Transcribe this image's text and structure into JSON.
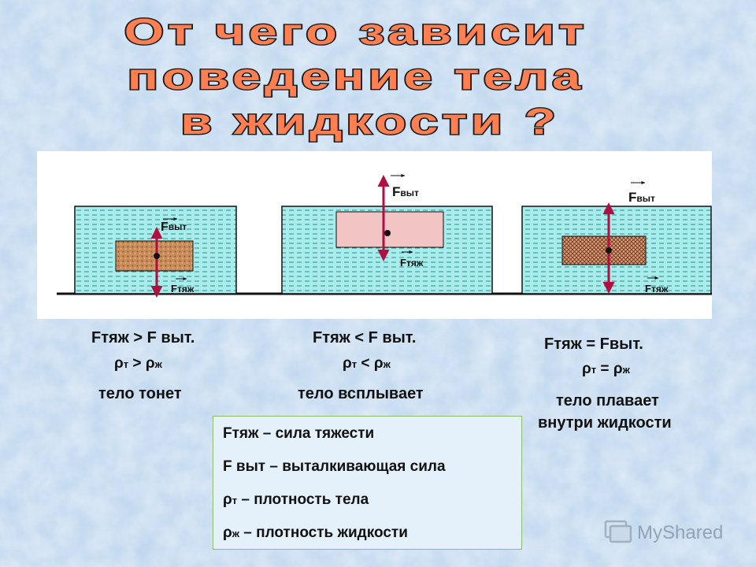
{
  "title": {
    "line1": "От чего зависит",
    "line2": "поведение тела",
    "line3": "в жидкости ?"
  },
  "force_labels": {
    "f_vyt": "F",
    "f_vyt_sub": "выт",
    "f_tyazh": "F",
    "f_tyazh_sub": "тяж"
  },
  "cases": [
    {
      "force_relation": "Fтяж > F выт.",
      "rho_t": "ρ",
      "rho_t_sub": "т",
      "rho_op": ">",
      "rho_zh": "ρ",
      "rho_zh_sub": "ж",
      "result": "тело тонет"
    },
    {
      "force_relation": "Fтяж < F выт.",
      "rho_t": "ρ",
      "rho_t_sub": "т",
      "rho_op": "<",
      "rho_zh": "ρ",
      "rho_zh_sub": "ж",
      "result": "тело всплывает"
    },
    {
      "force_relation": "Fтяж = Fвыт.",
      "rho_t": "ρ",
      "rho_t_sub": "т",
      "rho_op": "=",
      "rho_zh": "ρ",
      "rho_zh_sub": "ж",
      "result_line1": "тело плавает",
      "result_line2": "внутри жидкости"
    }
  ],
  "legend": {
    "line1": "Fтяж – сила тяжести",
    "line2": "F выт – выталкивающая сила",
    "line3_sym": "ρ",
    "line3_sub": "т",
    "line3_text": " – плотность тела",
    "line4_sym": "ρ",
    "line4_sub": "ж",
    "line4_text": " – плотность жидкости"
  },
  "watermark": "MyShared",
  "colors": {
    "water": "#a8ecec",
    "water_dash": "#2e8b8b",
    "body_sink": "#c98c5a",
    "body_float_up": "#f2c4c4",
    "body_float_mid": "#a0522d",
    "arrow": "#b01040",
    "title_fill": "#ff7f50",
    "title_outline": "#1a1a1a"
  }
}
